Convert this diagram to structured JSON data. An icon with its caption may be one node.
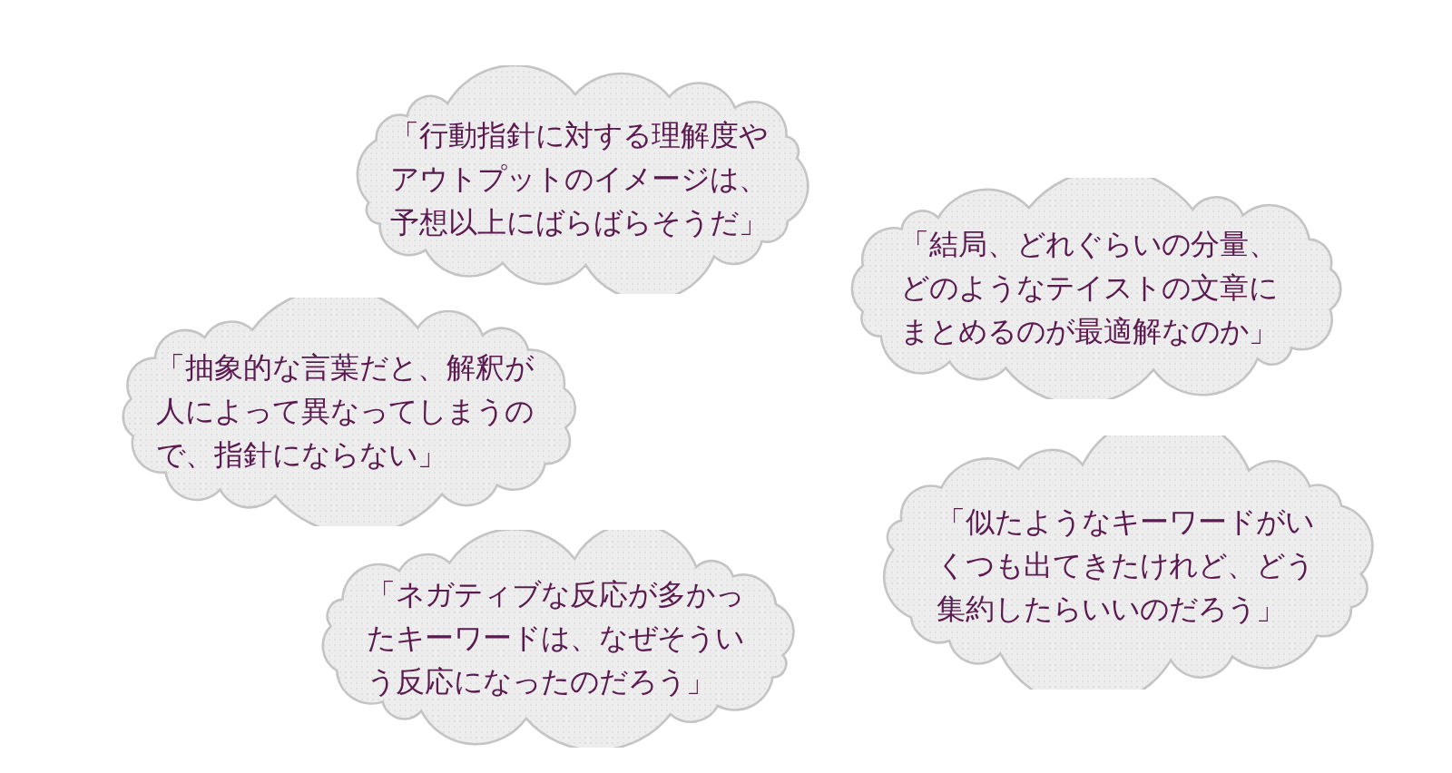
{
  "diagram": {
    "nodes": [
      {
        "text": [
          "「行動指針に対する理解度やアウトプットのイメージは、予想以上にばらばらそうだ」"
        ]
      },
      {
        "text": [
          "「結局、どれぐらいの分量、どのようなテイストの文章にまとめるのが最適解なのか」"
        ]
      },
      {
        "text": [
          "「抽象的な言葉だと、解釈が人によって異なってしまうので、指針にならない」"
        ]
      },
      {
        "text": [
          "「ネガティブな反応が多かったキーワードは、なぜそういう反応になったのだろう」"
        ]
      },
      {
        "text": [
          "「似たようなキーワードがいくつも出てきたけれど、どう集約したらいいのだろう」"
        ]
      }
    ]
  }
}
